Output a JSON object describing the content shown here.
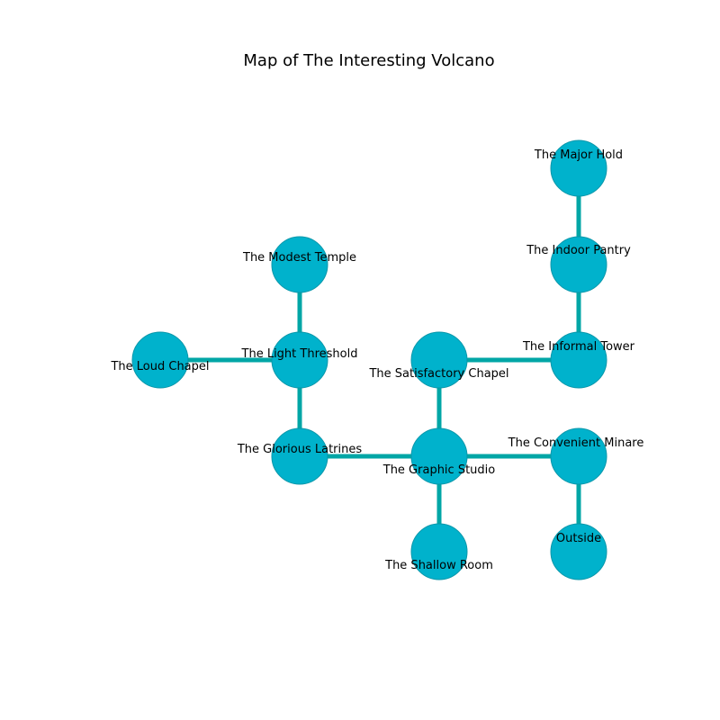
{
  "title": "Map of The Interesting Volcano",
  "colors": {
    "node_fill": "#00b2cc",
    "node_stroke": "#0a97aa",
    "edge": "#00a6a6",
    "background": "#ffffff"
  },
  "nodes": [
    {
      "id": "major_hold",
      "name": "The Major Hold"
    },
    {
      "id": "indoor_pantry",
      "name": "The Indoor Pantry"
    },
    {
      "id": "modest_temple",
      "name": "The Modest Temple"
    },
    {
      "id": "loud_chapel",
      "name": "The Loud Chapel"
    },
    {
      "id": "light_threshold",
      "name": "The Light Threshold"
    },
    {
      "id": "satisfactory_chapel",
      "name": "The Satisfactory Chapel"
    },
    {
      "id": "informal_tower",
      "name": "The Informal Tower"
    },
    {
      "id": "glorious_latrines",
      "name": "The Glorious Latrines"
    },
    {
      "id": "graphic_studio",
      "name": "The Graphic Studio"
    },
    {
      "id": "convenient_minare",
      "name": "The Convenient Minare"
    },
    {
      "id": "shallow_room",
      "name": "The Shallow Room"
    },
    {
      "id": "outside",
      "name": "Outside"
    }
  ],
  "edges": [
    [
      "major_hold",
      "indoor_pantry"
    ],
    [
      "indoor_pantry",
      "informal_tower"
    ],
    [
      "satisfactory_chapel",
      "informal_tower"
    ],
    [
      "modest_temple",
      "light_threshold"
    ],
    [
      "loud_chapel",
      "light_threshold"
    ],
    [
      "light_threshold",
      "glorious_latrines"
    ],
    [
      "glorious_latrines",
      "graphic_studio"
    ],
    [
      "satisfactory_chapel",
      "graphic_studio"
    ],
    [
      "graphic_studio",
      "convenient_minare"
    ],
    [
      "graphic_studio",
      "shallow_room"
    ],
    [
      "convenient_minare",
      "outside"
    ]
  ]
}
